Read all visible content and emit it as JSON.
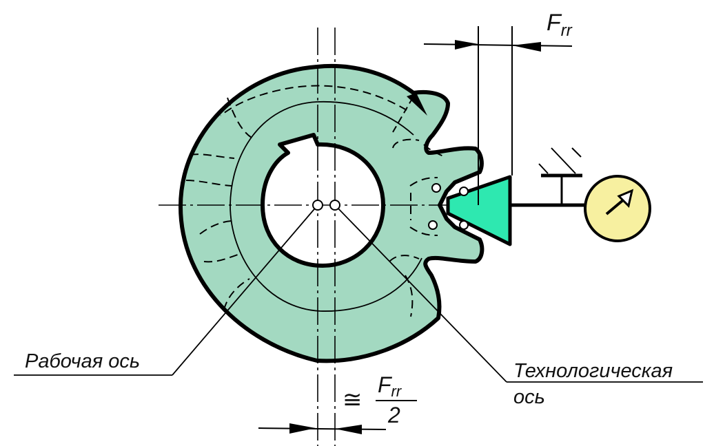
{
  "title": "Radial runout measurement of gear wheel",
  "labels": {
    "working_axis": "Рабочая ось",
    "tech_axis_line1": "Технологическая",
    "tech_axis_line2": "ось",
    "top_dimension_F": "F",
    "top_dimension_sub": "rr",
    "bottom_approx": "≅",
    "bottom_F": "F",
    "bottom_sub": "rr",
    "bottom_denominator": "2"
  },
  "colors": {
    "gear_fill": "#a3d9c1",
    "probe_fill": "#2ee8b0",
    "indicator_fill": "#f7f0a0",
    "line": "#000000",
    "background": "#ffffff"
  },
  "icons": {
    "indicator": "dial-gauge-icon",
    "support": "fixed-support-icon",
    "rotation": "rotation-arrow-icon"
  }
}
